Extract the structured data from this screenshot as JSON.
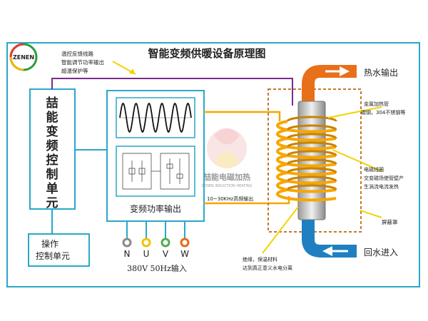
{
  "title": "智能变频供暖设备原理图",
  "logo": {
    "text": "ZENEN"
  },
  "watermark": {
    "cn": "喆能电磁加热",
    "en": "ZENEN INDUCTION HEATING"
  },
  "control_unit": {
    "label": "喆能变频控制单元"
  },
  "operation_unit": {
    "label_line1": "操作",
    "label_line2": "控制单元"
  },
  "inverter": {
    "label": "变频功率输出",
    "freq_label": "10~30KHz高频输出"
  },
  "feedback_notes": [
    "温控反馈线路",
    "智能调节功率输出",
    "超温保护等"
  ],
  "inputs": {
    "terminals": [
      {
        "name": "N",
        "color": "#8a8a8a"
      },
      {
        "name": "U",
        "color": "#f2c300"
      },
      {
        "name": "V",
        "color": "#4caf50"
      },
      {
        "name": "W",
        "color": "#e8681c"
      }
    ],
    "power_label": "380V 50Hz输入"
  },
  "heater": {
    "hot_water_label": "热水输出",
    "return_water_label": "回水进入",
    "pipe_note": [
      "金属加热管",
      "碳钢，304不锈钢等"
    ],
    "coil_note": [
      "电磁线圈",
      "交变磁场使管壁产",
      "生涡流电流发热"
    ],
    "shield_label": "屏蔽罩",
    "insulation_note": [
      "绝缘，保温材料",
      "达到真正意义水电分离"
    ]
  },
  "colors": {
    "frame": "#29a8c9",
    "purple": "#7a2a8c",
    "coil": "#f7a600",
    "hot": "#e8701a",
    "cold": "#1f7fc1",
    "pointer": "#f3d300",
    "shield": "#c07a2a"
  }
}
